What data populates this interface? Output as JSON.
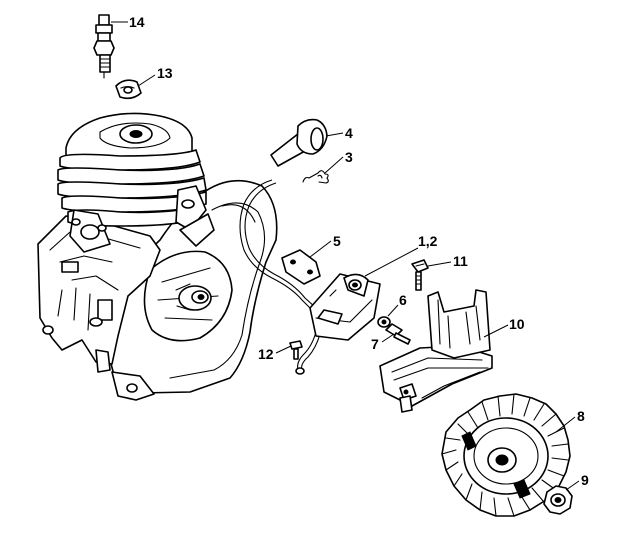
{
  "diagram": {
    "callouts": [
      {
        "id": "label-14",
        "text": "14"
      },
      {
        "id": "label-13",
        "text": "13"
      },
      {
        "id": "label-4",
        "text": "4"
      },
      {
        "id": "label-3",
        "text": "3"
      },
      {
        "id": "label-5",
        "text": "5"
      },
      {
        "id": "label-1-2",
        "text": "1,2"
      },
      {
        "id": "label-11",
        "text": "11"
      },
      {
        "id": "label-6",
        "text": "6"
      },
      {
        "id": "label-7",
        "text": "7"
      },
      {
        "id": "label-10",
        "text": "10"
      },
      {
        "id": "label-12",
        "text": "12"
      },
      {
        "id": "label-8",
        "text": "8"
      },
      {
        "id": "label-9",
        "text": "9"
      }
    ],
    "parts": [
      {
        "name": "spark-plug-icon"
      },
      {
        "name": "plug-boot-cap-icon"
      },
      {
        "name": "cylinder-icon"
      },
      {
        "name": "crankcase-icon"
      },
      {
        "name": "ignition-lead-icon"
      },
      {
        "name": "spark-plug-boot-icon"
      },
      {
        "name": "spring-clip-icon"
      },
      {
        "name": "ignition-module-icon"
      },
      {
        "name": "bracket-icon"
      },
      {
        "name": "screw-icon"
      },
      {
        "name": "washer-icon"
      },
      {
        "name": "flywheel-icon"
      },
      {
        "name": "nut-icon"
      }
    ]
  }
}
